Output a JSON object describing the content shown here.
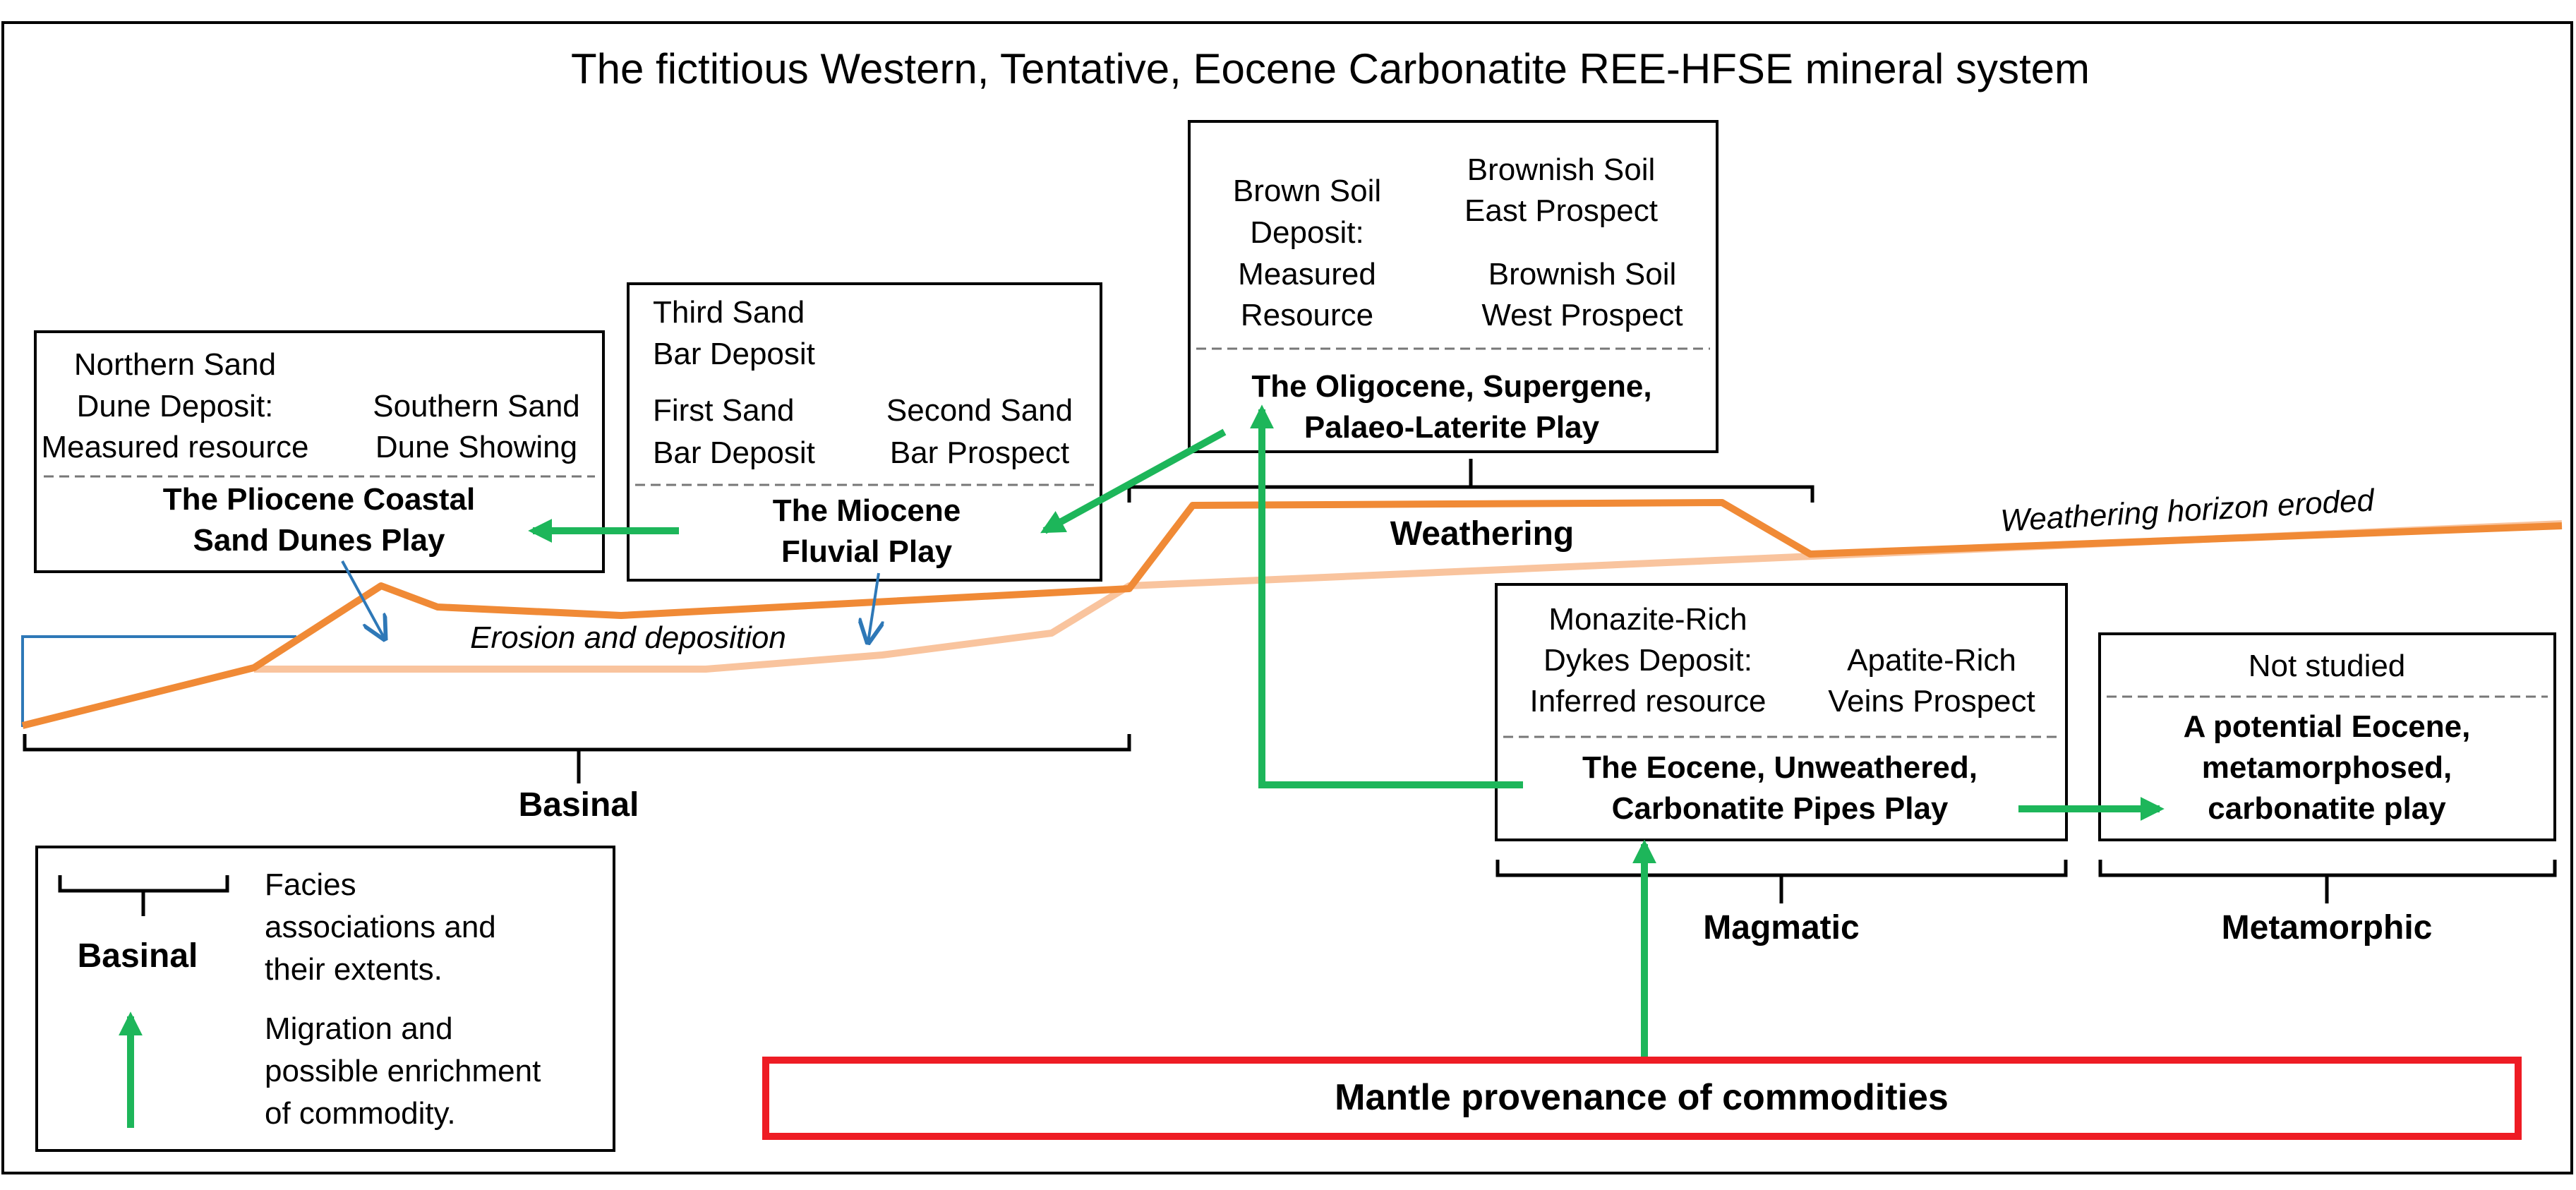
{
  "title": "The fictitious Western, Tentative, Eocene Carbonatite REE-HFSE mineral system",
  "colors": {
    "orange_dark": "#f08a36",
    "orange_light": "#f9c49e",
    "green_arrow": "#1db65a",
    "blue_arrow": "#2e78b7",
    "red_box": "#ee1c24"
  },
  "plays": {
    "pliocene": {
      "items": {
        "northern_l1": "Northern Sand",
        "northern_l2": "Dune Deposit:",
        "northern_l3": "Measured resource",
        "southern_l1": "Southern Sand",
        "southern_l2": "Dune Showing"
      },
      "name_l1": "The Pliocene Coastal",
      "name_l2": "Sand Dunes Play"
    },
    "miocene": {
      "items": {
        "third_l1": "Third Sand",
        "third_l2": "Bar Deposit",
        "first_l1": "First Sand",
        "first_l2": "Bar Deposit",
        "second_l1": "Second Sand",
        "second_l2": "Bar Prospect"
      },
      "name_l1": "The Miocene",
      "name_l2": "Fluvial Play"
    },
    "oligocene": {
      "items": {
        "brown_l1": "Brown Soil",
        "brown_l2": "Deposit:",
        "brown_l3": "Measured",
        "brown_l4": "Resource",
        "east_l1": "Brownish Soil",
        "east_l2": "East Prospect",
        "west_l1": "Brownish Soil",
        "west_l2": "West Prospect"
      },
      "name_l1": "The Oligocene, Supergene,",
      "name_l2": "Palaeo-Laterite Play"
    },
    "eocene": {
      "items": {
        "monazite_l1": "Monazite-Rich",
        "monazite_l2": "Dykes Deposit:",
        "monazite_l3": "Inferred resource",
        "apatite_l1": "Apatite-Rich",
        "apatite_l2": "Veins Prospect"
      },
      "name_l1": "The Eocene, Unweathered,",
      "name_l2": "Carbonatite Pipes Play"
    },
    "metamorphic": {
      "status": "Not studied",
      "name_l1": "A potential Eocene,",
      "name_l2": "metamorphosed,",
      "name_l3": "carbonatite play"
    }
  },
  "facies": {
    "weathering": "Weathering",
    "basinal": "Basinal",
    "magmatic": "Magmatic",
    "metamorphic": "Metamorphic"
  },
  "annotations": {
    "erosion": "Erosion and deposition",
    "weathering_eroded": "Weathering horizon eroded"
  },
  "legend": {
    "bracket_label": "Basinal",
    "facies_l1": "Facies",
    "facies_l2": "associations and",
    "facies_l3": "their extents.",
    "migration_l1": "Migration and",
    "migration_l2": "possible enrichment",
    "migration_l3": "of commodity."
  },
  "mantle": "Mantle provenance of commodities"
}
